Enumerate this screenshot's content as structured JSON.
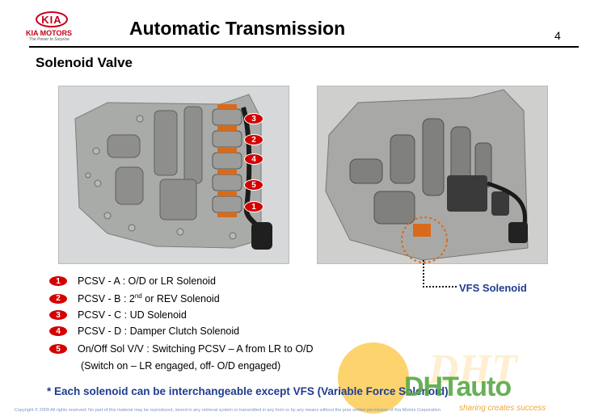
{
  "logo": {
    "mark": "KIA",
    "name": "KIA MOTORS",
    "tagline": "The Power to Surprise"
  },
  "header": {
    "title": "Automatic Transmission",
    "page_number": "4"
  },
  "section_title": "Solenoid Valve",
  "photo_left": {
    "badges": [
      "3",
      "2",
      "4",
      "5",
      "1"
    ]
  },
  "photo_right": {
    "vfs_label": "VFS Solenoid"
  },
  "legend": [
    {
      "num": "1",
      "text": "PCSV - A : O/D or LR Solenoid"
    },
    {
      "num": "2",
      "text_pre": "PCSV - B : 2",
      "sup": "nd",
      "text_post": " or REV Solenoid"
    },
    {
      "num": "3",
      "text": "PCSV - C : UD Solenoid"
    },
    {
      "num": "4",
      "text": "PCSV - D : Damper Clutch Solenoid"
    },
    {
      "num": "5",
      "text": "On/Off Sol V/V : Switching PCSV – A from LR to O/D"
    }
  ],
  "legend_sub": "(Switch on – LR engaged, off- O/D engaged)",
  "note": "* Each solenoid can be interchangeable except VFS (Variable Force Solenoid)",
  "copyright": "Copyright © 2009 All rights reserved. No part of this material may be reproduced, stored in any retrieval system or transmitted in any form or by any means without the prior written permission of Kia Motors Corporation.",
  "watermark": {
    "text": "DHTauto",
    "bg_text": "DHT",
    "sub": "sharing creates success"
  },
  "colors": {
    "kia_red": "#c4001a",
    "badge_red": "#d40000",
    "text_blue": "#1f3c8f",
    "watermark_green": "#57a845"
  }
}
